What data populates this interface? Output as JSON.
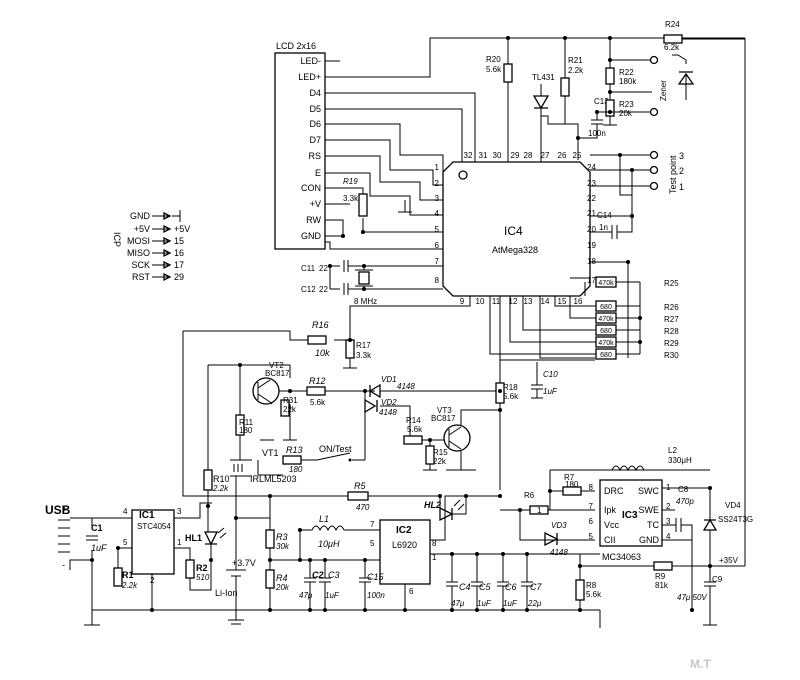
{
  "lcd": {
    "title": "LCD 2x16",
    "pins": [
      "LED-",
      "LED+",
      "D4",
      "D5",
      "D6",
      "D7",
      "RS",
      "E",
      "CON",
      "+V",
      "RW",
      "GND"
    ]
  },
  "icp": {
    "title": "ICP",
    "rows": [
      {
        "name": "GND",
        "pin": ""
      },
      {
        "name": "+5V",
        "pin": "+5V"
      },
      {
        "name": "MOSI",
        "pin": "15"
      },
      {
        "name": "MISO",
        "pin": "16"
      },
      {
        "name": "SCK",
        "pin": "17"
      },
      {
        "name": "RST",
        "pin": "29"
      }
    ]
  },
  "ic4": {
    "ref": "IC4",
    "part": "AtMega328",
    "top_pins": [
      "32",
      "31",
      "30",
      "29",
      "28",
      "27",
      "26",
      "25"
    ],
    "left_pins": [
      "1",
      "2",
      "3",
      "4",
      "5",
      "6",
      "7",
      "8"
    ],
    "right_pins": [
      "24",
      "23",
      "22",
      "21",
      "20",
      "19",
      "18",
      "17"
    ],
    "bottom_pins": [
      "9",
      "10",
      "11",
      "12",
      "13",
      "14",
      "15",
      "16"
    ]
  },
  "test_point": {
    "label": "Test point",
    "pins": [
      "3",
      "2",
      "1"
    ]
  },
  "zener": {
    "label": "Zener"
  },
  "tl431": {
    "label": "TL431"
  },
  "r": {
    "R19": {
      "ref": "R19",
      "val": "3.3k"
    },
    "R20": {
      "ref": "R20",
      "val": "5.6k"
    },
    "R21": {
      "ref": "R21",
      "val": "2.2k"
    },
    "R22": {
      "ref": "R22",
      "val": "180k"
    },
    "R23": {
      "ref": "R23",
      "val": "20k"
    },
    "R24": {
      "ref": "R24",
      "val": "6.2k"
    },
    "R16": {
      "ref": "R16",
      "val": "10k"
    },
    "R17": {
      "ref": "R17",
      "val": "3.3k"
    },
    "R12": {
      "ref": "R12",
      "val": "5.6k"
    },
    "R31": {
      "ref": "R31",
      "val": "22k"
    },
    "R11": {
      "ref": "R11",
      "val": "180"
    },
    "R13": {
      "ref": "R13",
      "val": "180"
    },
    "R14": {
      "ref": "R14",
      "val": "5.6k"
    },
    "R15": {
      "ref": "R15",
      "val": "22k"
    },
    "R18": {
      "ref": "R18",
      "val": "5.6k"
    },
    "R10": {
      "ref": "R10",
      "val": "2.2k"
    },
    "R5": {
      "ref": "R5",
      "val": "470"
    },
    "R3": {
      "ref": "R3",
      "val": "30k"
    },
    "R4": {
      "ref": "R4",
      "val": "20k"
    },
    "R1": {
      "ref": "R1",
      "val": "2.2k"
    },
    "R2": {
      "ref": "R2",
      "val": "510"
    },
    "R6": {
      "ref": "R6",
      "val": "1"
    },
    "R7": {
      "ref": "R7",
      "val": "180"
    },
    "R8": {
      "ref": "R8",
      "val": "5.6k"
    },
    "R9": {
      "ref": "R9",
      "val": "81k"
    }
  },
  "rnet": {
    "values": [
      "470k",
      "680",
      "470k",
      "680",
      "470k",
      "680"
    ],
    "refs": [
      "R25",
      "R26",
      "R27",
      "R28",
      "R29",
      "R30"
    ]
  },
  "c": {
    "C11": {
      "ref": "C11",
      "val": "22"
    },
    "C12": {
      "ref": "C12",
      "val": "22"
    },
    "C13": {
      "ref": "C13",
      "val": "100n"
    },
    "C14": {
      "ref": "C14",
      "val": "1n"
    },
    "C10": {
      "ref": "C10",
      "val": "1uF"
    },
    "C1": {
      "ref": "C1",
      "val": "1uF"
    },
    "C2": {
      "ref": "C2",
      "val": "47μ"
    },
    "C3": {
      "ref": "C3",
      "val": "1uF"
    },
    "C15": {
      "ref": "C15",
      "val": "100n"
    },
    "C4": {
      "ref": "C4",
      "val": "47μ"
    },
    "C5": {
      "ref": "C5",
      "val": "1uF"
    },
    "C6": {
      "ref": "C6",
      "val": "1uF"
    },
    "C7": {
      "ref": "C7",
      "val": "22μ"
    },
    "C8": {
      "ref": "C8",
      "val": "470p"
    },
    "C9": {
      "ref": "C9",
      "val": "47μ 50V"
    }
  },
  "crystal": {
    "val": "8 MHz"
  },
  "vt1": {
    "ref": "VT1",
    "part": "IRLML5203"
  },
  "vt2": {
    "ref": "VT2",
    "part": "BC817"
  },
  "vt3": {
    "ref": "VT3",
    "part": "BC817"
  },
  "vd1": {
    "ref": "VD1",
    "part": "4148"
  },
  "vd2": {
    "ref": "VD2",
    "part": "4148"
  },
  "vd3": {
    "ref": "VD3",
    "part": "4148"
  },
  "vd4": {
    "ref": "VD4",
    "part": "SS24T3G"
  },
  "sw": {
    "label": "ON/Test"
  },
  "usb": {
    "label": "USB"
  },
  "ic1": {
    "ref": "IC1",
    "part": "STC4054",
    "pins": [
      "4",
      "3",
      "5",
      "1",
      "2"
    ]
  },
  "hl1": {
    "ref": "HL1"
  },
  "hl2": {
    "ref": "HL2"
  },
  "battery": {
    "volt": "+3.7V",
    "label": "Li-Ion"
  },
  "l1": {
    "ref": "L1",
    "val": "10μH"
  },
  "ic2": {
    "ref": "IC2",
    "part": "L6920",
    "pins": [
      "7",
      "5",
      "8",
      "1",
      "6"
    ]
  },
  "ic3": {
    "ref": "IC3",
    "part": "MC34063",
    "left": [
      "DRC",
      "Ipk",
      "Vcc",
      "CII"
    ],
    "right": [
      "SWC",
      "SWE",
      "TC",
      "GND"
    ],
    "left_pins": [
      "8",
      "7",
      "6",
      "5"
    ],
    "right_pins": [
      "1",
      "2",
      "3",
      "4"
    ]
  },
  "l2": {
    "ref": "L2",
    "val": "330μH"
  },
  "v35": {
    "label": "+35V"
  },
  "watermark": {
    "text": "M.T"
  }
}
